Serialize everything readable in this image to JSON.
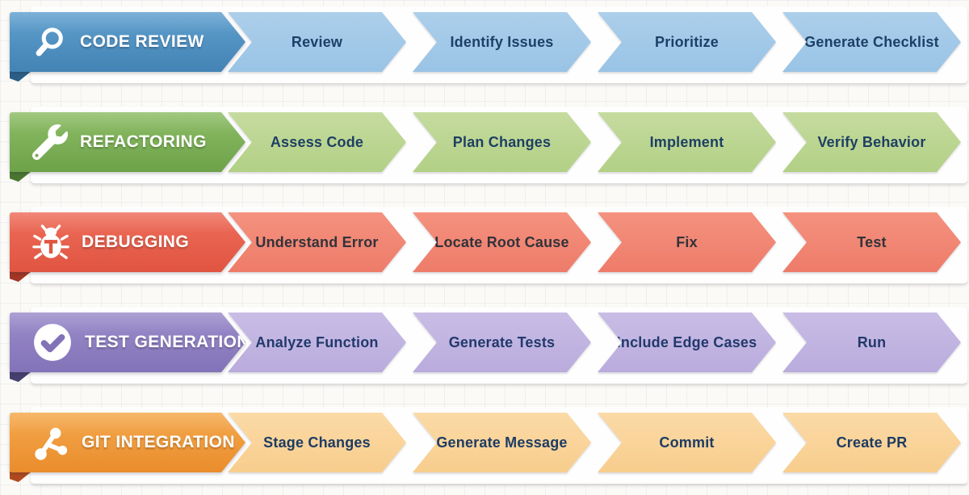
{
  "page": {
    "background": "#fbfaf7",
    "grid_line_color": "#cdd4da",
    "card_color": "#fefefe"
  },
  "rows": [
    {
      "title": "CODE REVIEW",
      "icon": "search-icon",
      "steps": [
        "Review",
        "Identify Issues",
        "Prioritize",
        "Generate Checklist"
      ],
      "colors": {
        "header_top": "#60a0ce",
        "header_bottom": "#4383b5",
        "fold": "#2a5f88",
        "step_top": "#accfeb",
        "step_bottom": "#99c3e5",
        "step_text": "#1d4067"
      }
    },
    {
      "title": "REFACTORING",
      "icon": "wrench-icon",
      "steps": [
        "Assess Code",
        "Plan Changes",
        "Implement",
        "Verify Behavior"
      ],
      "colors": {
        "header_top": "#8dbd66",
        "header_bottom": "#6da249",
        "fold": "#4a7630",
        "step_top": "#c5db9f",
        "step_bottom": "#b2d085",
        "step_text": "#1e3f63"
      }
    },
    {
      "title": "DEBUGGING",
      "icon": "bug-icon",
      "steps": [
        "Understand Error",
        "Locate Root Cause",
        "Fix",
        "Test"
      ],
      "colors": {
        "header_top": "#ee6e5b",
        "header_bottom": "#e05441",
        "fold": "#a33625",
        "step_top": "#f4927f",
        "step_bottom": "#ee7b69",
        "step_text": "#32333a"
      }
    },
    {
      "title": "TEST GENERATION",
      "icon": "check-circle-icon",
      "steps": [
        "Analyze Function",
        "Generate Tests",
        "Include Edge Cases",
        "Run"
      ],
      "colors": {
        "header_top": "#9b8cca",
        "header_bottom": "#8273b8",
        "fold": "#45406f",
        "step_top": "#c9bde6",
        "step_bottom": "#b9abdc",
        "step_text": "#22396b"
      }
    },
    {
      "title": "GIT INTEGRATION",
      "icon": "git-branch-icon",
      "steps": [
        "Stage Changes",
        "Generate Message",
        "Commit",
        "Create PR"
      ],
      "colors": {
        "header_top": "#f4a94d",
        "header_bottom": "#ea8c2c",
        "fold": "#b04a1e",
        "step_top": "#fbdaa6",
        "step_bottom": "#f8cd8d",
        "step_text": "#1d3c63"
      }
    }
  ]
}
